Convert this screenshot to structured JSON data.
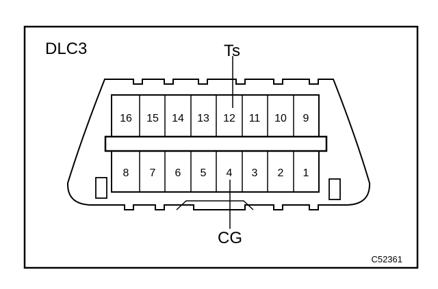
{
  "connector_name": "DLC3",
  "callouts": {
    "top": "Ts",
    "bottom": "CG"
  },
  "figure_code": "C52361",
  "pins": {
    "top_row": [
      "16",
      "15",
      "14",
      "13",
      "12",
      "11",
      "10",
      "9"
    ],
    "bottom_row": [
      "8",
      "7",
      "6",
      "5",
      "4",
      "3",
      "2",
      "1"
    ]
  },
  "colors": {
    "line": "#000000",
    "background": "#ffffff"
  }
}
